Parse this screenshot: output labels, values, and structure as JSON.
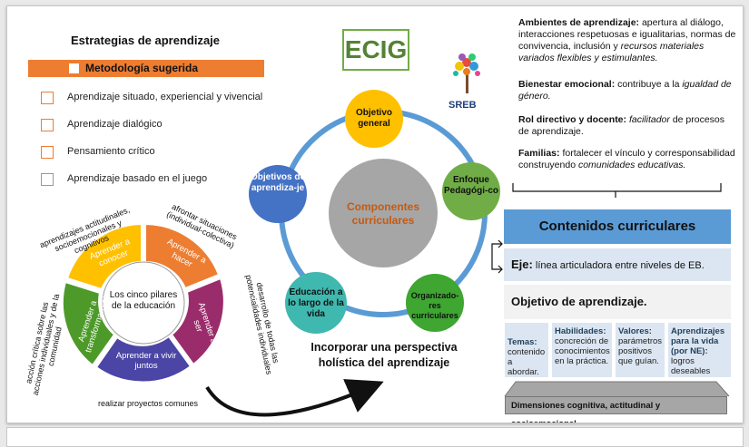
{
  "left": {
    "title": "Estrategias de aprendizaje",
    "methodology_header": "Metodología sugerida",
    "checklist": [
      "Aprendizaje situado, experiencial y vivencial",
      "Aprendizaje dialógico",
      "Pensamiento crítico",
      "Aprendizaje basado en el juego"
    ]
  },
  "badge": {
    "text": "ECIG"
  },
  "logo": {
    "text": "SREB"
  },
  "cycle": {
    "center": "Componentes curriculares",
    "nodes": [
      "Objetivo general",
      "Enfoque Pedagógi-co",
      "Organizado-res curriculares",
      "Educación a lo largo de la vida",
      "Objetivos de aprendiza-je"
    ],
    "caption": "Incorporar una perspectiva holística del aprendizaje"
  },
  "wheel": {
    "center": "Los cinco pilares de la educación",
    "segments": [
      "Aprender a conocer",
      "Aprender a hacer",
      "Aprender a ser",
      "Aprender a vivir juntos",
      "Aprender a transformar(se)"
    ],
    "outer": [
      "aprendizajes actitudinales, socioemocionales y cognitivos",
      "afrontar situaciones (individual-colectiva)",
      "desarrollo de todas las potencialidades individuales",
      "realizar proyectos comunes",
      "acción crítica sobre las acciones individuales y de la comunidad"
    ]
  },
  "right": {
    "paragraphs": [
      {
        "bold": "Ambientes de aprendizaje:",
        "text": " apertura al diálogo, interacciones respetuosas e igualitarias, normas de convivencia, inclusión y ",
        "italic": "recursos materiales variados flexibles y estimulantes."
      },
      {
        "bold": "Bienestar emocional:",
        "text": " contribuye a la ",
        "italic": "igualdad de género."
      },
      {
        "bold": "Rol directivo y docente:",
        "text": " ",
        "italic": "facilitador",
        "tail": " de procesos de aprendizaje."
      },
      {
        "bold": "Familias:",
        "text": " fortalecer el vínculo y corresponsabilidad construyendo ",
        "italic": "comunidades educativas."
      }
    ],
    "contenidos_title": "Contenidos curriculares",
    "eje_label": "Eje:",
    "eje_text": " línea articuladora entre niveles de EB.",
    "objetivo": "Objetivo de aprendizaje.",
    "columns": [
      {
        "bold": "Temas:",
        "text": "contenido a abordar."
      },
      {
        "bold": "Habilidades:",
        "text": "concreción de conocimientos en la práctica."
      },
      {
        "bold": "Valores:",
        "text": "parámetros positivos que guían."
      },
      {
        "bold": "Aprendizajes para la vida (por NE):",
        "text": "logros deseables"
      }
    ],
    "dimensiones": "Dimensiones cognitiva, actitudinal y socioemocional"
  },
  "colors": {
    "orange": "#ed7d31",
    "yellow": "#ffc000",
    "green": "#70ad47",
    "teal": "#3fb8af",
    "blue": "#4472c4",
    "grey_center": "#a6a6a6",
    "purple": "#9b2c6b",
    "indigo": "#4b45a5",
    "contenidos_blue": "#5b9bd5"
  }
}
